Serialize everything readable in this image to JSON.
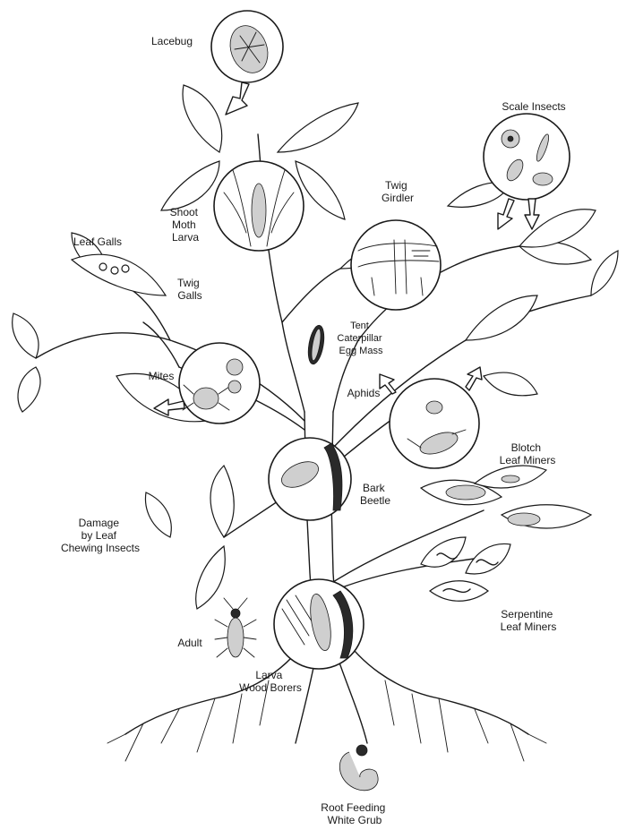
{
  "labels": {
    "lacebug": "Lacebug",
    "scale_insects": "Scale Insects",
    "twig_girdler": [
      "Twig",
      "Girdler"
    ],
    "shoot_moth_larva": [
      "Shoot",
      "Moth",
      "Larva"
    ],
    "leaf_galls": "Leaf Galls",
    "twig_galls": [
      "Twig",
      "Galls"
    ],
    "tent_caterpillar_egg_mass": [
      "Tent",
      "Caterpillar",
      "Egg Mass"
    ],
    "mites": "Mites",
    "aphids": "Aphids",
    "blotch_leaf_miners": [
      "Blotch",
      "Leaf Miners"
    ],
    "bark_beetle": [
      "Bark",
      "Beetle"
    ],
    "damage_by_leaf_chewing": [
      "Damage",
      "by Leaf",
      "Chewing Insects"
    ],
    "serpentine_leaf_miners": [
      "Serpentine",
      "Leaf Miners"
    ],
    "adult": "Adult",
    "larva_wood_borers": [
      "Larva",
      "Wood Borers"
    ],
    "root_feeding_white_grub": [
      "Root Feeding",
      "White Grub"
    ]
  }
}
